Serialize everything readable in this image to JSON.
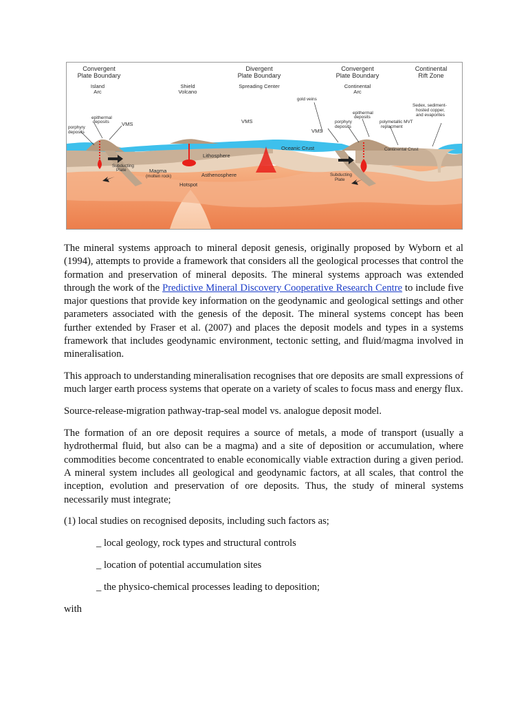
{
  "figure": {
    "headers": {
      "convergent_left": [
        "Convergent",
        "Plate Boundary"
      ],
      "island_arc": [
        "Island",
        "Arc"
      ],
      "shield_volcano": [
        "Shield",
        "Volcano"
      ],
      "divergent": [
        "Divergent",
        "Plate Boundary"
      ],
      "spreading_center": "Spreading Center",
      "convergent_right": [
        "Convergent",
        "Plate Boundary"
      ],
      "continental_arc": [
        "Continental",
        "Arc"
      ],
      "continental_rift": [
        "Continental",
        "Rift Zone"
      ]
    },
    "labels": {
      "epithermal_left": [
        "epithermal",
        "deposits"
      ],
      "vms_left": "VMS",
      "porphyry_left": [
        "porphyry",
        "deposits"
      ],
      "subducting_left": [
        "Subducting",
        "Plate"
      ],
      "magma": [
        "Magma",
        "(molten rock)"
      ],
      "hotspot": "Hotspot",
      "lithosphere": "Lithosphere",
      "asthenosphere": "Asthenosphere",
      "vms_center": "VMS",
      "oceanic_crust": "Oceanic Crust",
      "gold_veins": "gold veins",
      "vms_right": "VMS",
      "epithermal_right": [
        "epithermal",
        "deposits"
      ],
      "porphyry_right": [
        "porphyry",
        "deposits"
      ],
      "polymetallic": [
        "polymetallic MVT",
        "replacment"
      ],
      "sedex": [
        "Sedex, sediment-",
        "hosted copper,",
        "and evaporites"
      ],
      "continental_crust": "Continental Crust",
      "subducting_right": [
        "Subducting",
        "Plate"
      ]
    }
  },
  "body": {
    "p1_before_link": "The mineral systems approach to mineral deposit genesis, originally proposed by Wyborn et al (1994), attempts to provide a framework that considers all the geological processes that control the formation and preservation of mineral deposits. The mineral systems approach was extended through the work of the ",
    "p1_link": "Predictive Mineral Discovery Cooperative Research Centre",
    "p1_after_link": " to include five major questions that provide key information on the geodynamic and geological settings and other parameters associated with the genesis of the deposit. The mineral systems concept has been further extended by Fraser et al. (2007) and places the deposit models and types in a systems framework that includes geodynamic environment, tectonic setting, and fluid/magma involved in mineralisation.",
    "p2": "This approach to understanding mineralisation recognises that ore deposits are small expressions of much larger earth process systems that operate on a variety of scales to focus mass and energy flux.",
    "p3": "Source-release-migration pathway-trap-seal model vs. analogue deposit model.",
    "p4": "The formation of an ore deposit requires a source of metals, a mode of transport (usually a hydrothermal fluid, but also can be a magma) and a site of deposition or accumulation, where commodities become concentrated to enable economically viable extraction during a given period. A mineral system includes all geological and geodynamic factors, at all scales, that control the inception, evolution and preservation of ore deposits. Thus, the study of mineral systems necessarily must integrate;",
    "p5": "(1) local studies on recognised deposits, including such factors as;",
    "bullets": [
      "_ local geology, rock types and structural controls",
      "_ location of potential accumulation sites",
      "_ the physico-chemical processes leading to deposition;"
    ],
    "p6": "with"
  },
  "colors": {
    "link": "#1a3cc8",
    "mantle_deep": "#f08a55",
    "mantle_mid": "#f5a776",
    "asthenosphere": "#f6c7a3",
    "lithosphere": "#ead2b9",
    "crust": "#c9b097",
    "ocean": "#3ec0ec",
    "magma": "#e8201a"
  }
}
